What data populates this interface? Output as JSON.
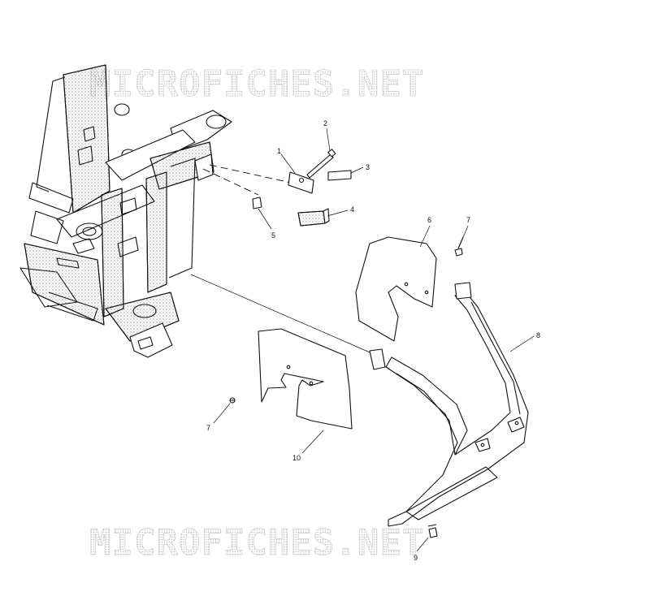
{
  "watermark": {
    "text": "MICROFICHES.NET"
  },
  "callouts": [
    {
      "id": "c1",
      "label": "1"
    },
    {
      "id": "c2",
      "label": "2"
    },
    {
      "id": "c3",
      "label": "3"
    },
    {
      "id": "c4",
      "label": "4"
    },
    {
      "id": "c5",
      "label": "5"
    },
    {
      "id": "c6",
      "label": "6"
    },
    {
      "id": "c7a",
      "label": "7"
    },
    {
      "id": "c7b",
      "label": "7"
    },
    {
      "id": "c8",
      "label": "8"
    },
    {
      "id": "c9",
      "label": "9"
    },
    {
      "id": "c10",
      "label": "10"
    }
  ],
  "colors": {
    "line": "#111111",
    "watermark": "#cfcfcf",
    "background": "#ffffff"
  }
}
